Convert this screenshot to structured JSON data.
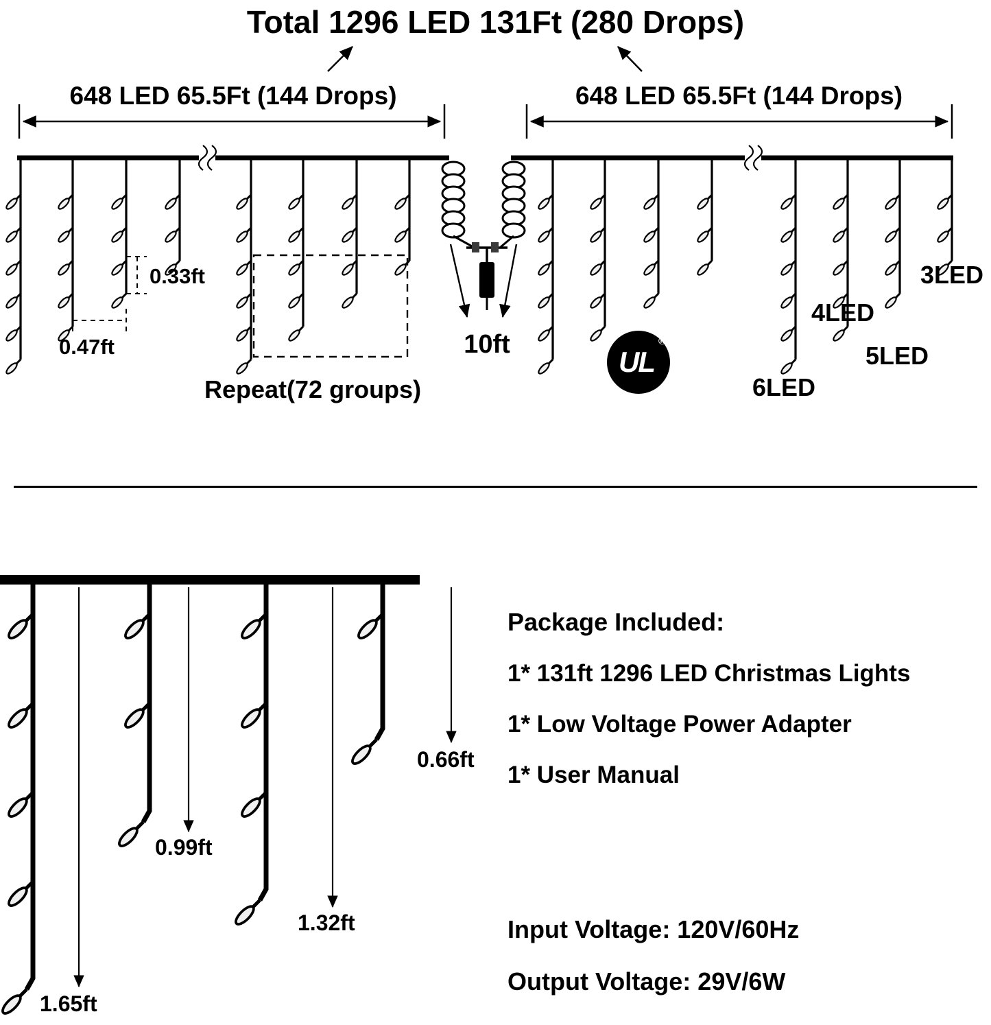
{
  "title": "Total 1296 LED 131Ft (280 Drops)",
  "sections": {
    "left_label": "648 LED 65.5Ft (144 Drops)",
    "right_label": "648 LED 65.5Ft (144 Drops)"
  },
  "annotations": {
    "bulb_spacing": "0.33ft",
    "drop_spacing": "0.47ft",
    "repeat_label": "Repeat(72 groups)",
    "lead_wire_length": "10ft",
    "ul_text": "UL",
    "ul_registered": "®",
    "led_labels": {
      "three": "3LED",
      "four": "4LED",
      "five": "5LED",
      "six": "6LED"
    }
  },
  "drop_length_labels": {
    "short": "0.66ft",
    "medium": "0.99ft",
    "long": "1.32ft",
    "longest": "1.65ft"
  },
  "package": {
    "heading": "Package Included:",
    "items": [
      "1* 131ft 1296 LED Christmas Lights",
      "1* Low Voltage Power Adapter",
      "1* User Manual"
    ]
  },
  "specs": {
    "input_voltage": "Input Voltage: 120V/60Hz",
    "output_voltage": "Output Voltage: 29V/6W"
  },
  "diagram": {
    "led_pattern_per_group": [
      6,
      5,
      4,
      3
    ],
    "colors": {
      "ink": "#000000",
      "background": "#ffffff",
      "bulb_fill": "#f0f0f0"
    }
  }
}
